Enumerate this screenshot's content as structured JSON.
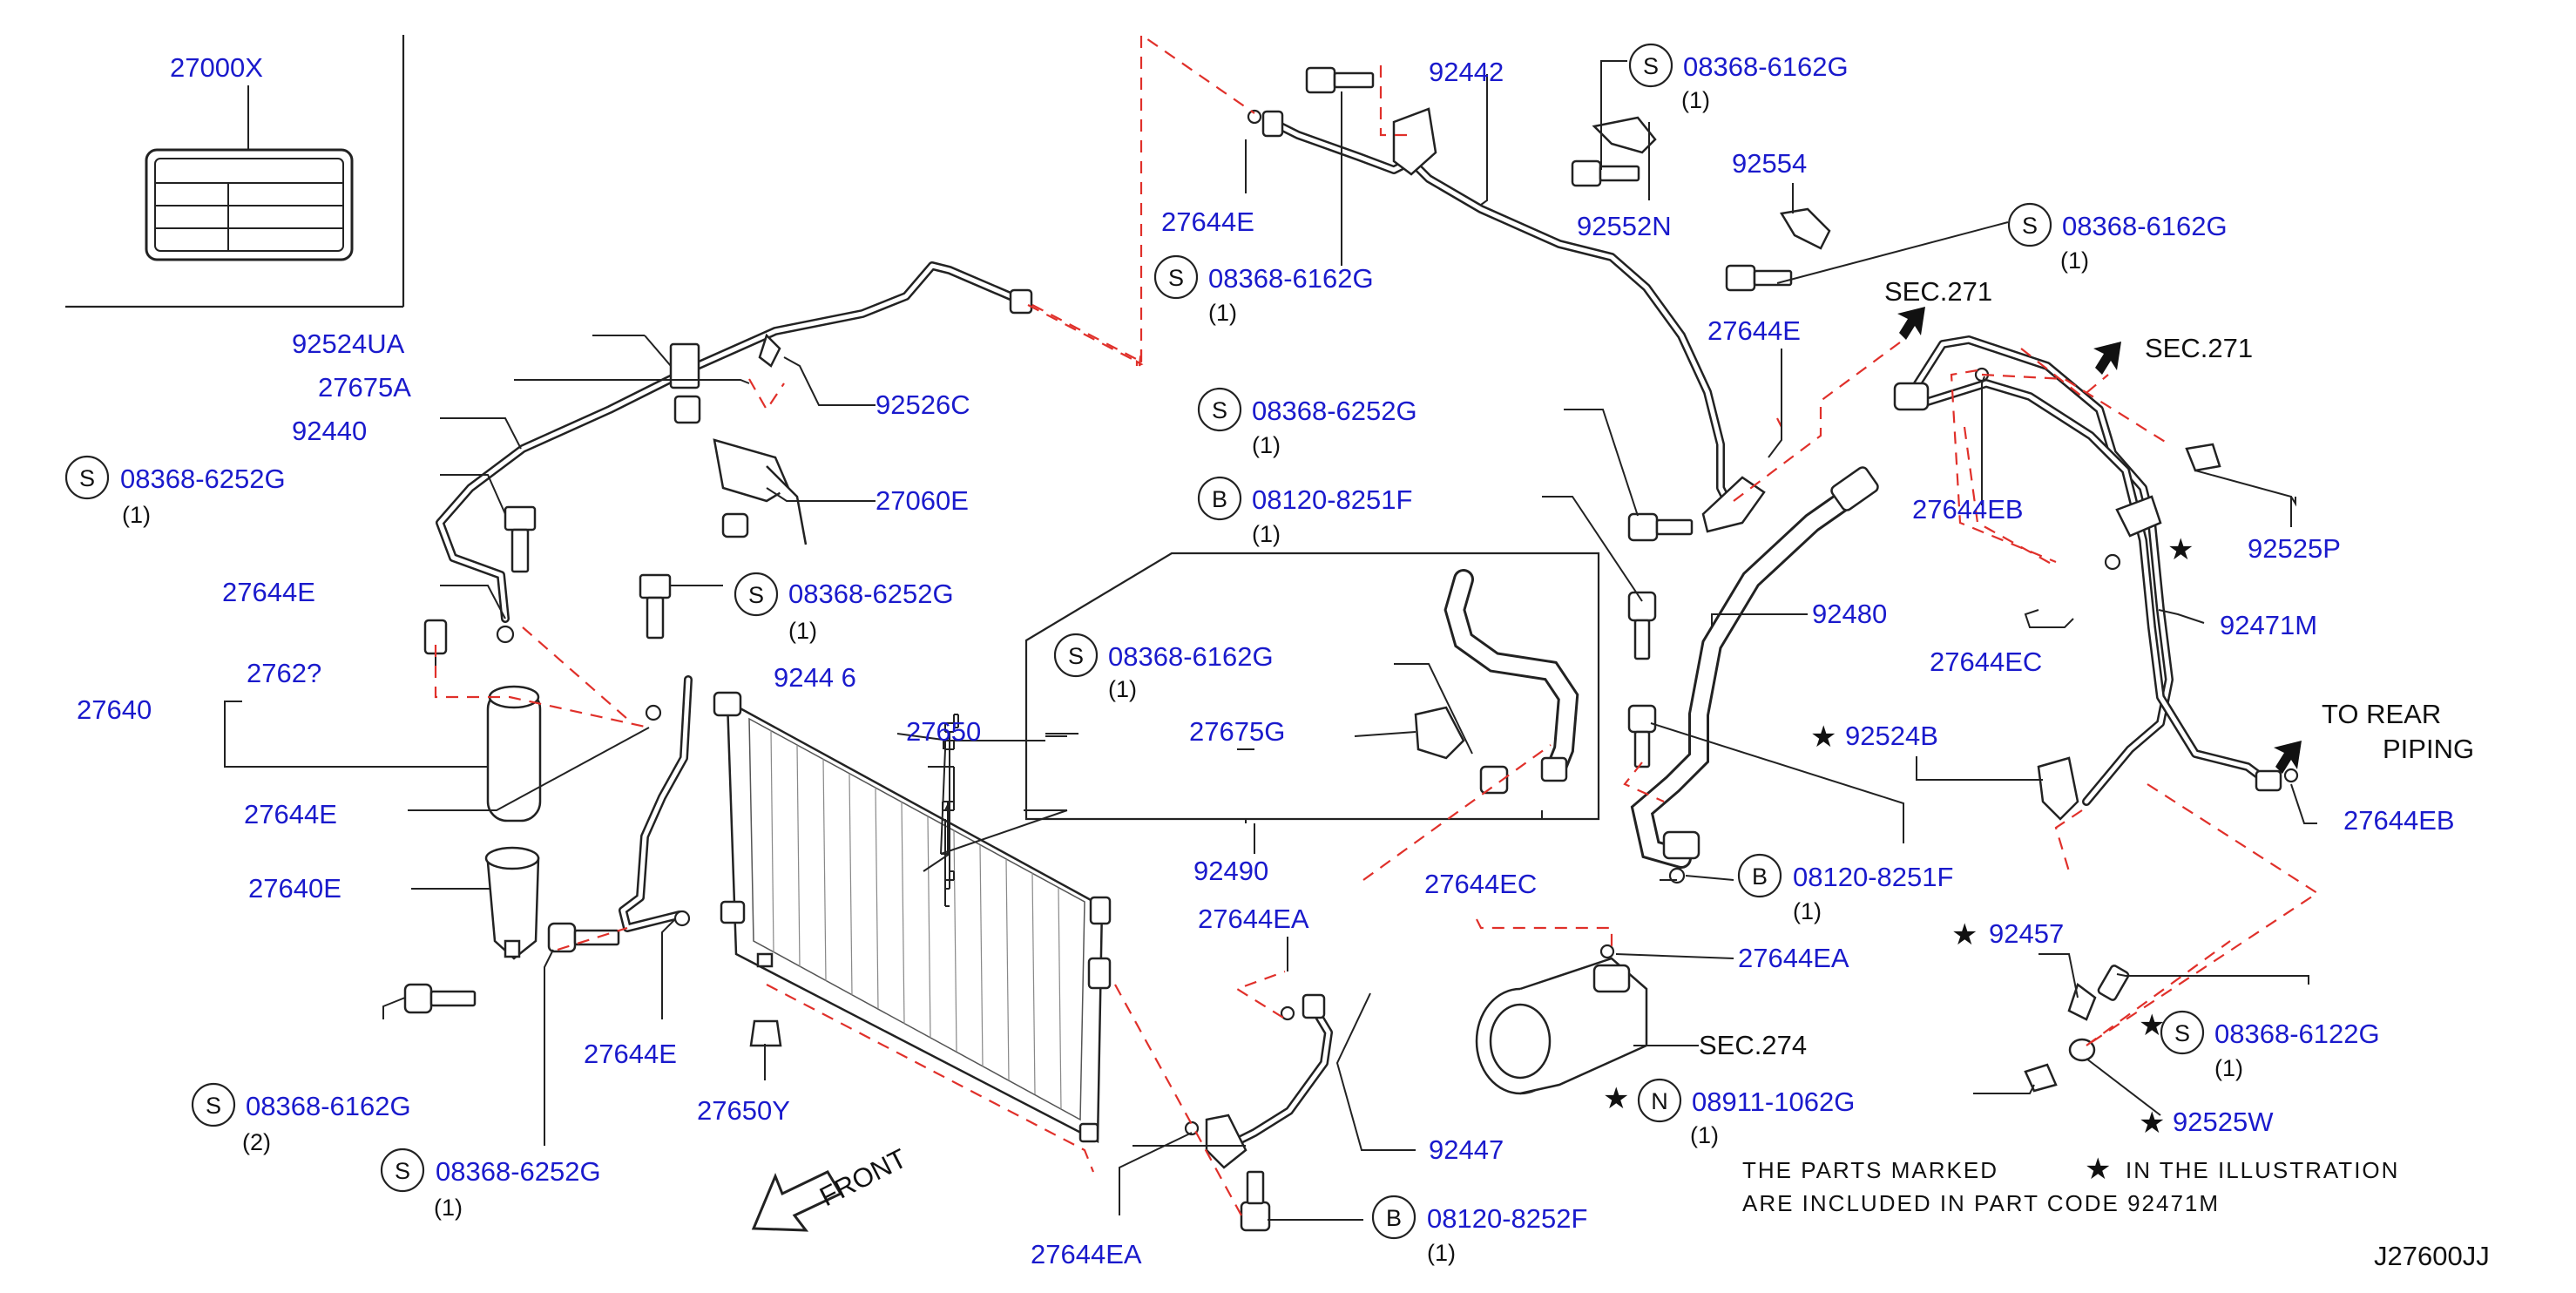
{
  "labels": {
    "p27000X": "27000X",
    "p92524UA": "92524UA",
    "p27675A": "27675A",
    "p92440": "92440",
    "p92526C": "92526C",
    "p27060E": "27060E",
    "p27644E_l1": "27644E",
    "p27640": "27640",
    "p27644E_l2": "27644E",
    "p27640E": "27640E",
    "p27644E_l3": "27644E",
    "p27650Y": "27650Y",
    "p27650": "27650",
    "p27644E_top": "27644E",
    "p92442": "92442",
    "p92552N": "92552N",
    "p92554": "92554",
    "p27644E_mid": "27644E",
    "p27675G": "27675G",
    "p92490": "92490",
    "p27644EA_1": "27644EA",
    "p27644EC_1": "27644EC",
    "p92480": "92480",
    "p27644EA_2": "27644EA",
    "p92447": "92447",
    "p27644EA_3": "27644EA",
    "p27644EB_1": "27644EB",
    "p92525P": "92525P",
    "p92471M": "92471M",
    "p27644EC_2": "27644EC",
    "p92524B": "92524B",
    "p27644EB_2": "27644EB",
    "p92457": "92457",
    "p92525W": "92525W",
    "b_6252_a": "08368-6252G",
    "b_6252_b": "08368-6252G",
    "b_6252_c": "08368-6252G",
    "b_6252_d": "08368-6252G",
    "b_6162_a": "08368-6162G",
    "b_6162_b": "08368-6162G",
    "b_6162_c": "08368-6162G",
    "b_6162_d": "08368-6162G",
    "b_6162_e": "08368-6162G",
    "b_8251_a": "08120-8251F",
    "b_8251_b": "08120-8251F",
    "b_8252": "08120-8252F",
    "b_6122": "08368-6122G",
    "n_1062": "08911-1062G",
    "frag_left": "2762?",
    "frag_mid": "9244 6"
  },
  "quantities": {
    "q1": "(1)",
    "q2": "(2)"
  },
  "refs": {
    "sec271_a": "SEC.271",
    "sec271_b": "SEC.271",
    "sec274": "SEC.274",
    "to_rear_1": "TO   REAR",
    "to_rear_2": "PIPING",
    "front": "FRONT",
    "diagram_code": "J27600JJ"
  },
  "symbols": {
    "s": "S",
    "b": "B",
    "n": "N",
    "star": "★"
  },
  "note": {
    "line1a": "THE  PARTS  MARKED",
    "line1b": "IN  THE  ILLUSTRATION",
    "line2": "ARE  INCLUDED  IN  PART  CODE  92471M"
  },
  "colors": {
    "part_number": "#1a1acc",
    "dashed_leader": "#e0302a",
    "line": "#222222"
  }
}
